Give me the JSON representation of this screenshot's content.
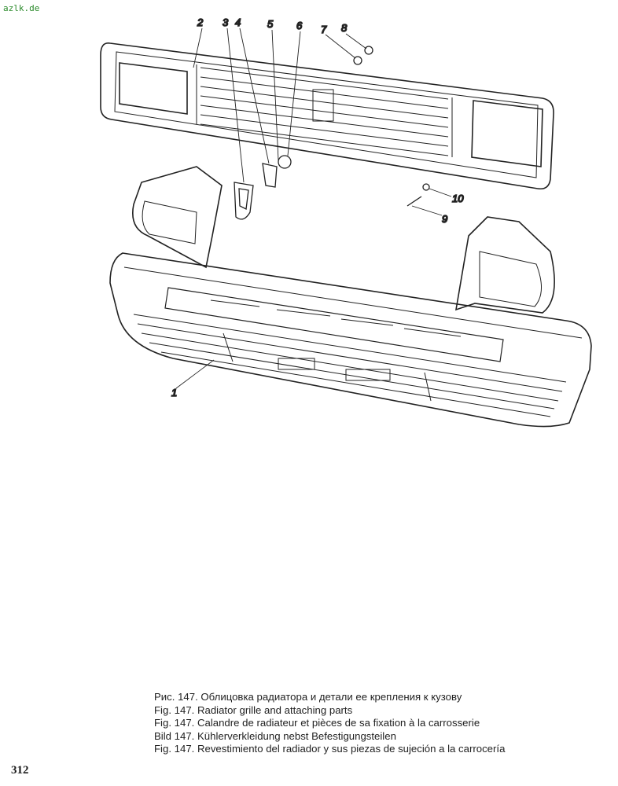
{
  "watermark": "azlk.de",
  "figure": {
    "callouts": [
      "1",
      "2",
      "3",
      "4",
      "5",
      "6",
      "7",
      "8",
      "9",
      "10"
    ]
  },
  "captions": [
    "Рис. 147. Облицовка радиатора и детали ее крепления к кузову",
    "Fig. 147. Radiator grille and attaching parts",
    "Fig. 147. Calandre de radiateur et pièces de sa fixation à la carrosserie",
    "Bild 147. Kühlerverkleidung nebst Befestigungsteilen",
    "Fig. 147. Revestimiento del radiador y sus piezas de sujeción a la carrocería"
  ],
  "page_number": "312"
}
